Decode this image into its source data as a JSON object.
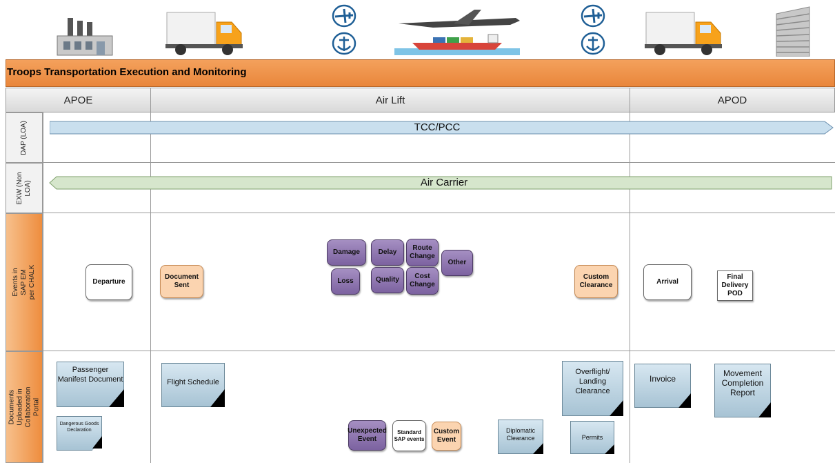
{
  "title": "Troops Transportation Execution and Monitoring",
  "phases": [
    "APOE",
    "Air Lift",
    "APOD"
  ],
  "lanes": {
    "dap": "DAP (LOA)",
    "exw": "EXW (Non LOA)",
    "events": "Events in SAP EM per CHALK",
    "documents": "Documents Uploaded in Collaboration Portal"
  },
  "arrows": {
    "tcc": "TCC/PCC",
    "carrier": "Air Carrier"
  },
  "events": {
    "departure": "Departure",
    "document_sent": "Document Sent",
    "damage": "Damage",
    "delay": "Delay",
    "route_change": "Route Change",
    "other": "Other",
    "loss": "Loss",
    "quality": "Quality",
    "cost_change": "Cost Change",
    "custom_clearance": "Custom Clearance",
    "arrival": "Arrival",
    "final_delivery": "Final Delivery POD"
  },
  "documents": {
    "passenger_manifest": "Passenger Manifest Document",
    "dangerous_goods": "Dangerous Goods Declaration",
    "flight_schedule": "Flight Schedule",
    "overflight": "Overflight/ Landing Clearance",
    "diplomatic": "Diplomatic Clearance",
    "permits": "Permits",
    "invoice": "Invoice",
    "movement_report": "Movement Completion Report"
  },
  "legend": {
    "unexpected": "Unexpected Event",
    "standard": "Standard SAP events",
    "custom": "Custom Event"
  },
  "colors": {
    "header": "#e9863b",
    "purple": "#7c62a0",
    "peach": "#fbd4b0",
    "document": "#a7c3d4",
    "tcc_arrow": "#c9dfee",
    "carrier_arrow": "#d6e6cc"
  },
  "icons": [
    "factory-icon",
    "truck-icon",
    "airplane-icon",
    "anchor-icon",
    "plane-ship-icon",
    "airplane-icon",
    "anchor-icon",
    "truck-icon",
    "building-icon"
  ]
}
